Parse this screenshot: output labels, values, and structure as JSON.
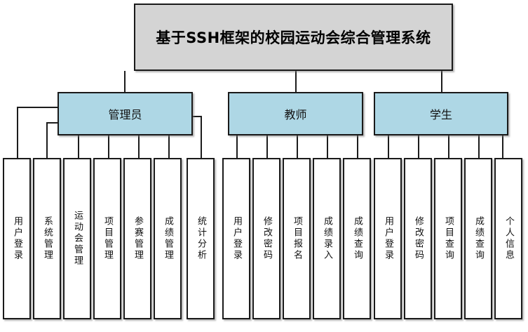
{
  "diagram": {
    "type": "hierarchy-tree",
    "title": "基于SSH框架的校园运动会综合管理系统",
    "colors": {
      "title_fill": "#d4d4d4",
      "role_fill": "#aed7e5",
      "leaf_fill": "#ffffff",
      "border": "#1a1a1a",
      "background": "#ffffff"
    },
    "roles": [
      {
        "label": "管理员"
      },
      {
        "label": "教师"
      },
      {
        "label": "学生"
      }
    ],
    "leaves": [
      {
        "label": "用户登录",
        "parent": "管理员"
      },
      {
        "label": "系统管理",
        "parent": "管理员"
      },
      {
        "label": "运动会管理",
        "parent": "管理员"
      },
      {
        "label": "项目管理",
        "parent": "管理员"
      },
      {
        "label": "参赛管理",
        "parent": "管理员"
      },
      {
        "label": "成绩管理",
        "parent": "管理员"
      },
      {
        "label": "统计分析",
        "parent": "管理员"
      },
      {
        "label": "用户登录",
        "parent": "教师"
      },
      {
        "label": "修改密码",
        "parent": "教师"
      },
      {
        "label": "项目报名",
        "parent": "教师"
      },
      {
        "label": "成绩录入",
        "parent": "教师"
      },
      {
        "label": "成绩查询",
        "parent": "教师"
      },
      {
        "label": "用户登录",
        "parent": "学生"
      },
      {
        "label": "修改密码",
        "parent": "学生"
      },
      {
        "label": "项目查询",
        "parent": "学生"
      },
      {
        "label": "成绩查询",
        "parent": "学生"
      },
      {
        "label": "个人信息",
        "parent": "学生"
      }
    ]
  }
}
